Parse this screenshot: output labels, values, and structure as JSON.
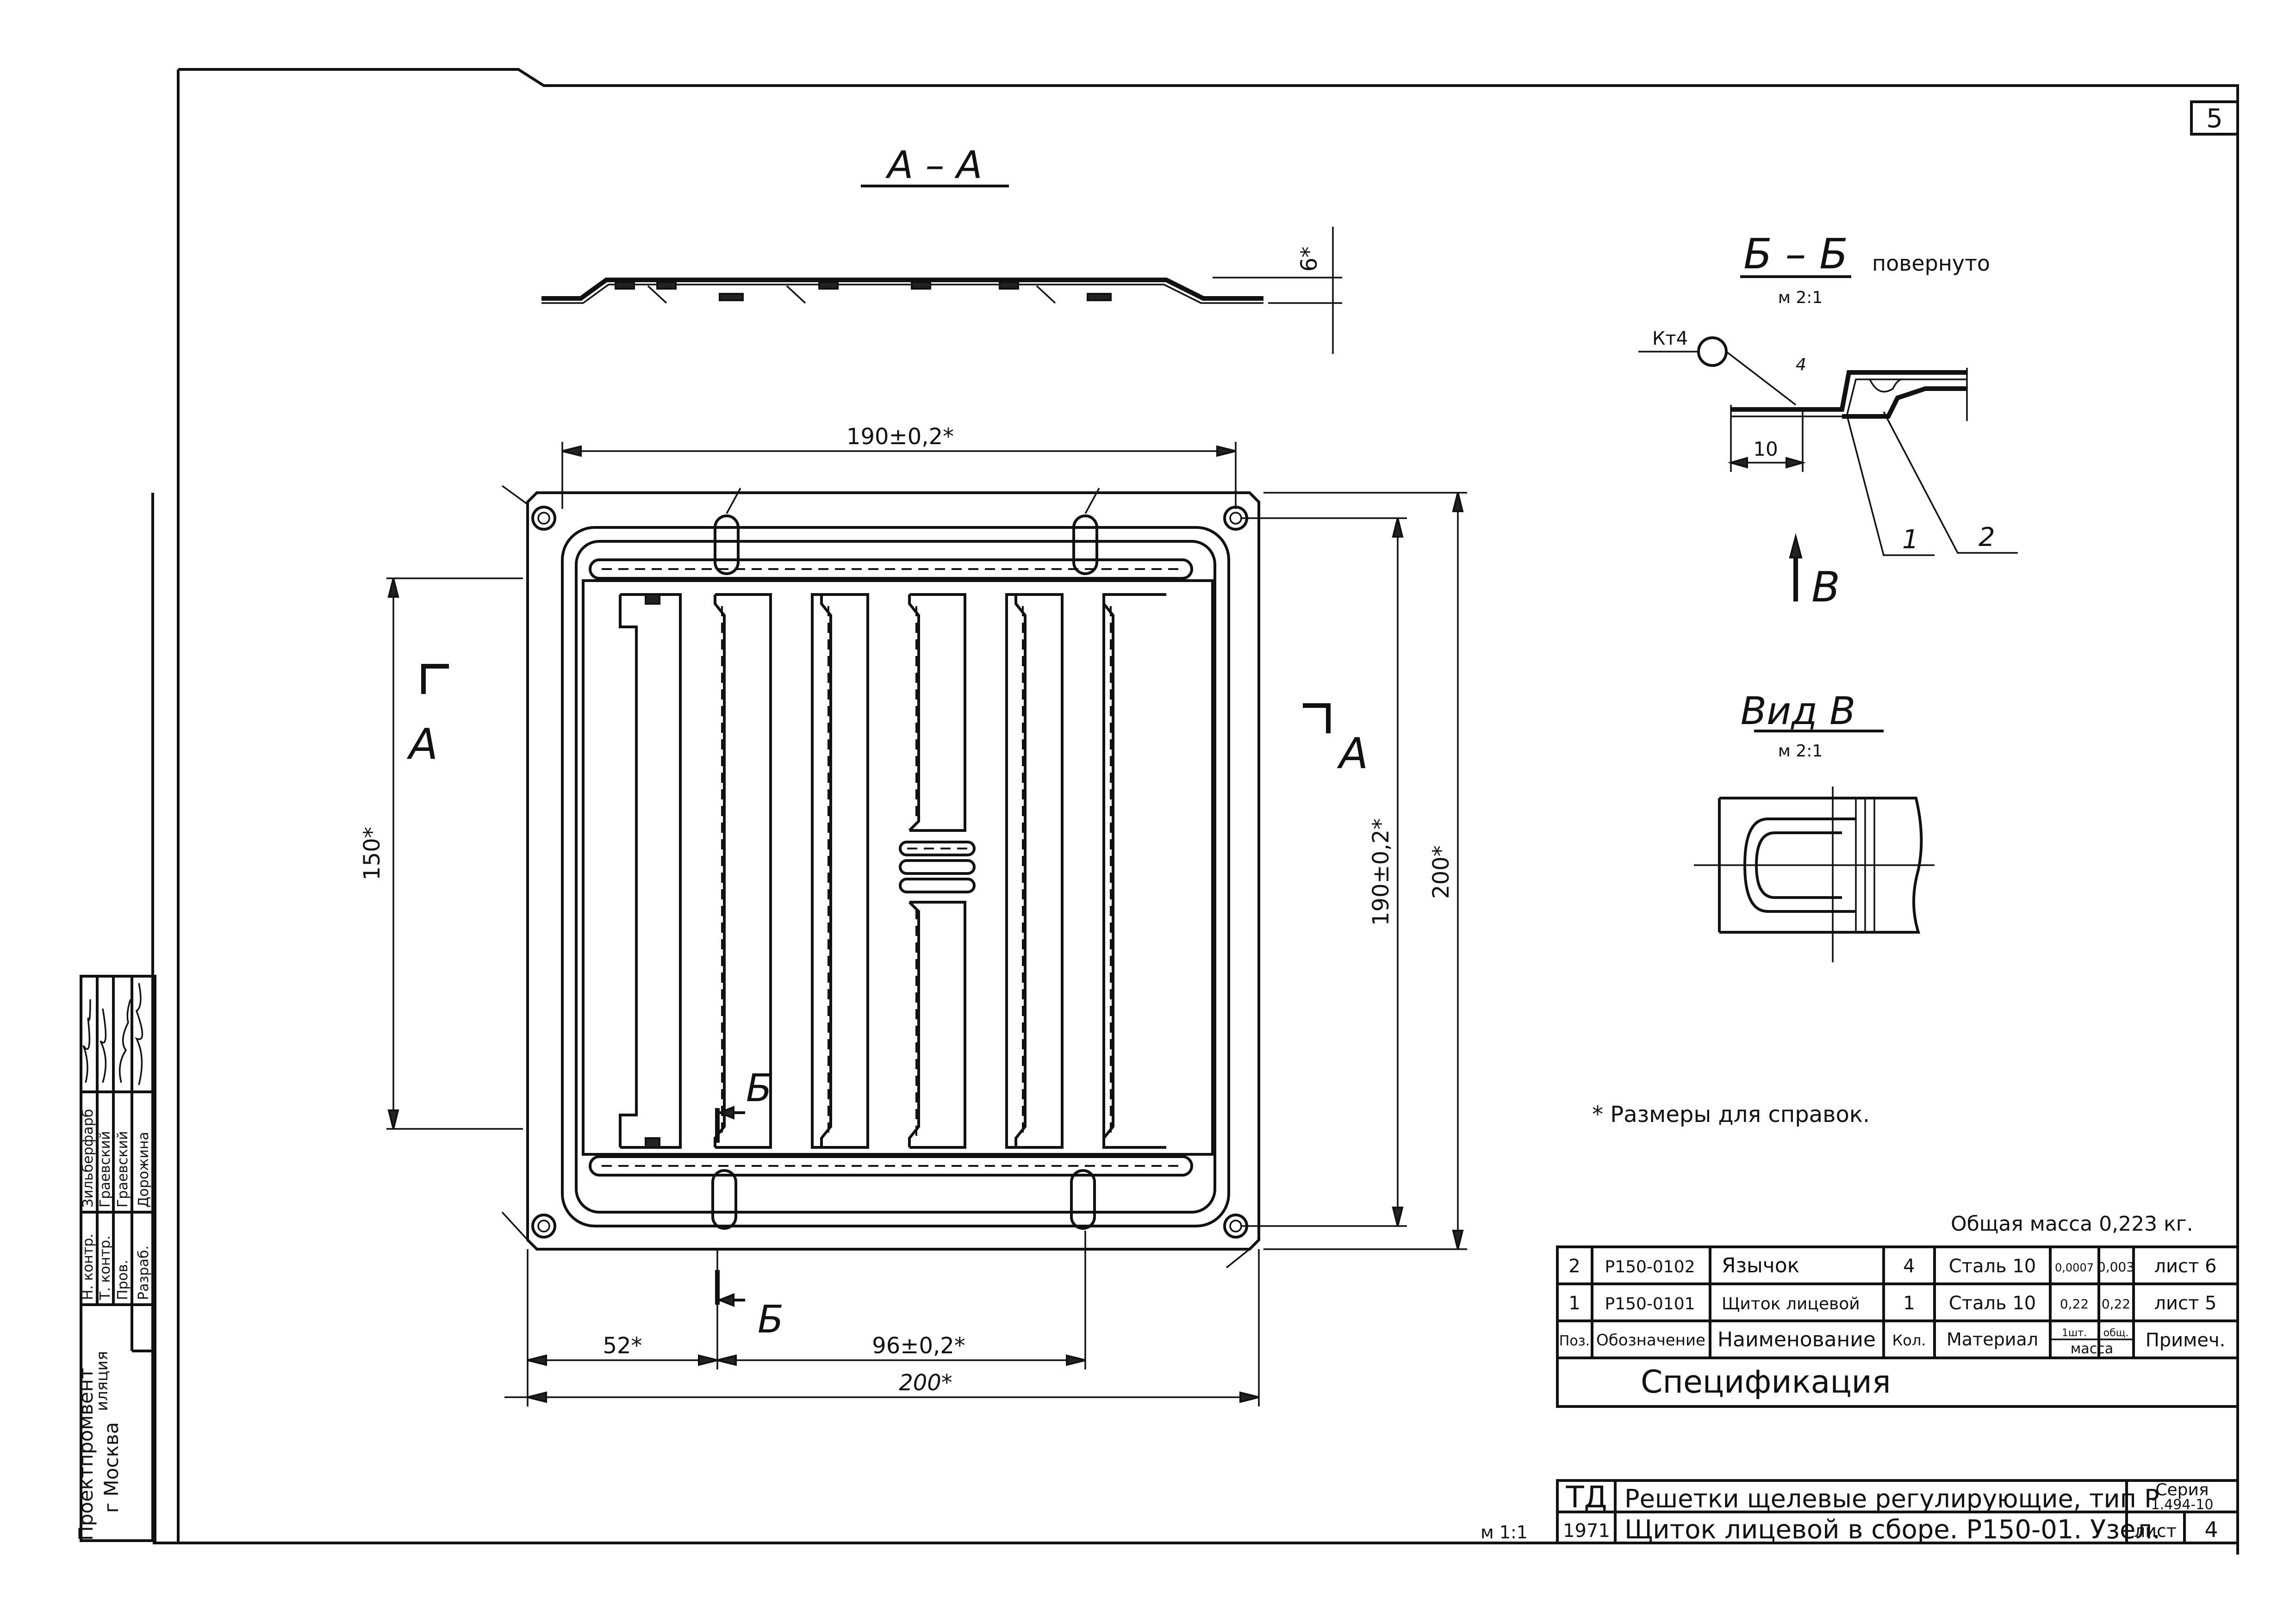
{
  "sheet_number": "5",
  "section_aa": {
    "title": "А – А",
    "dim": "6*"
  },
  "section_bb": {
    "title": "Б – Б",
    "note": "повернуто",
    "scale": "м 2:1",
    "weld_label": "Кт4",
    "weld_leg": "4",
    "dim": "10",
    "pos1": "1",
    "pos2": "2",
    "arrow_label": "В"
  },
  "view_v": {
    "title": "Вид В",
    "scale": "м 2:1"
  },
  "main_view": {
    "dim_top": "190±0,2*",
    "dim_left": "150*",
    "dim_right_inner": "190±0,2*",
    "dim_right_outer": "200*",
    "dim_bottom_left": "52*",
    "dim_bottom_mid": "96±0,2*",
    "dim_bottom_total": "200*",
    "cut_left": "А",
    "cut_right": "А",
    "cut_b_top": "Б",
    "cut_b_bottom": "Б"
  },
  "reference_note": "* Размеры для справок.",
  "total_mass": "Общая масса 0,223 кг.",
  "spec": {
    "rows": [
      {
        "pos": "2",
        "code": "Р150-0102",
        "name": "Язычок",
        "qty": "4",
        "material": "Сталь 10",
        "m1": "0,0007",
        "m2": "0,003",
        "note": "лист 6"
      },
      {
        "pos": "1",
        "code": "Р150-0101",
        "name": "Щиток лицевой",
        "qty": "1",
        "material": "Сталь 10",
        "m1": "0,22",
        "m2": "0,22",
        "note": "лист 5"
      }
    ],
    "header": {
      "pos": "Поз.",
      "code": "Обозначение",
      "name": "Наименование",
      "qty": "Кол.",
      "material": "Материал",
      "mass_one": "1шт.",
      "mass_total": "общ.",
      "mass": "масса",
      "note": "Примеч."
    },
    "title": "Спецификация"
  },
  "title_block": {
    "td": "ТД",
    "year": "1971",
    "name1": "Решетки щелевые регулирующие, тип Р",
    "name2": "Щиток лицевой в сборе. Р150-01. Узел.",
    "series_label": "Серия",
    "series": "1.494-10",
    "sheet_label": "лист",
    "sheet": "4",
    "scale": "м 1:1"
  },
  "side_stamp": {
    "org1": "Проектпромвент",
    "org2": "г Москва",
    "dept": "иляция",
    "roles": [
      "Н. контр.",
      "Т. контр.",
      "Пров.",
      "Разраб."
    ],
    "names": [
      "Зильберфарб",
      "Граевский",
      "Граевский",
      "Дорожина"
    ]
  }
}
